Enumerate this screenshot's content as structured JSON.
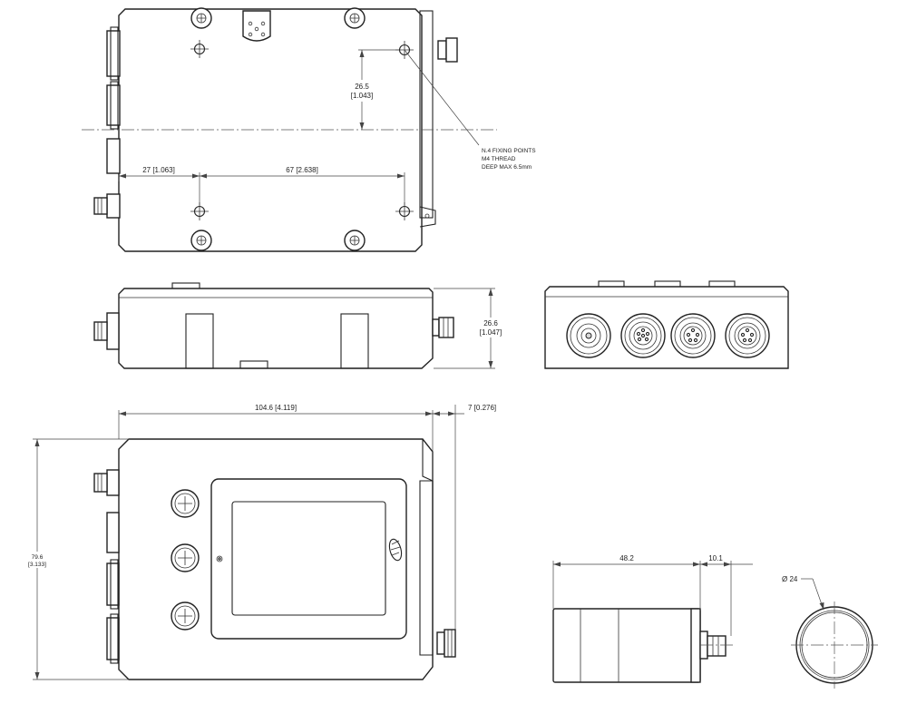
{
  "top_view": {
    "dim_vertical": "26.5",
    "dim_vertical_inch": "[1.043]",
    "dim_left": "27 [1.063]",
    "dim_spacing": "67 [2.638]",
    "note_line1": "N.4 FIXING POINTS",
    "note_line2": "M4 THREAD",
    "note_line3": "DEEP MAX 6.5mm"
  },
  "side_view": {
    "dim_height": "26.6",
    "dim_height_inch": "[1.047]"
  },
  "front_view": {
    "dim_width": "104.6 [4.119]",
    "dim_connector": "7 [0.276]",
    "dim_height": "79.6",
    "dim_height_inch": "[3.133]"
  },
  "sensor_view": {
    "dim_length": "48.2",
    "dim_connector": "10.1",
    "dim_diameter": "Ø 24"
  }
}
